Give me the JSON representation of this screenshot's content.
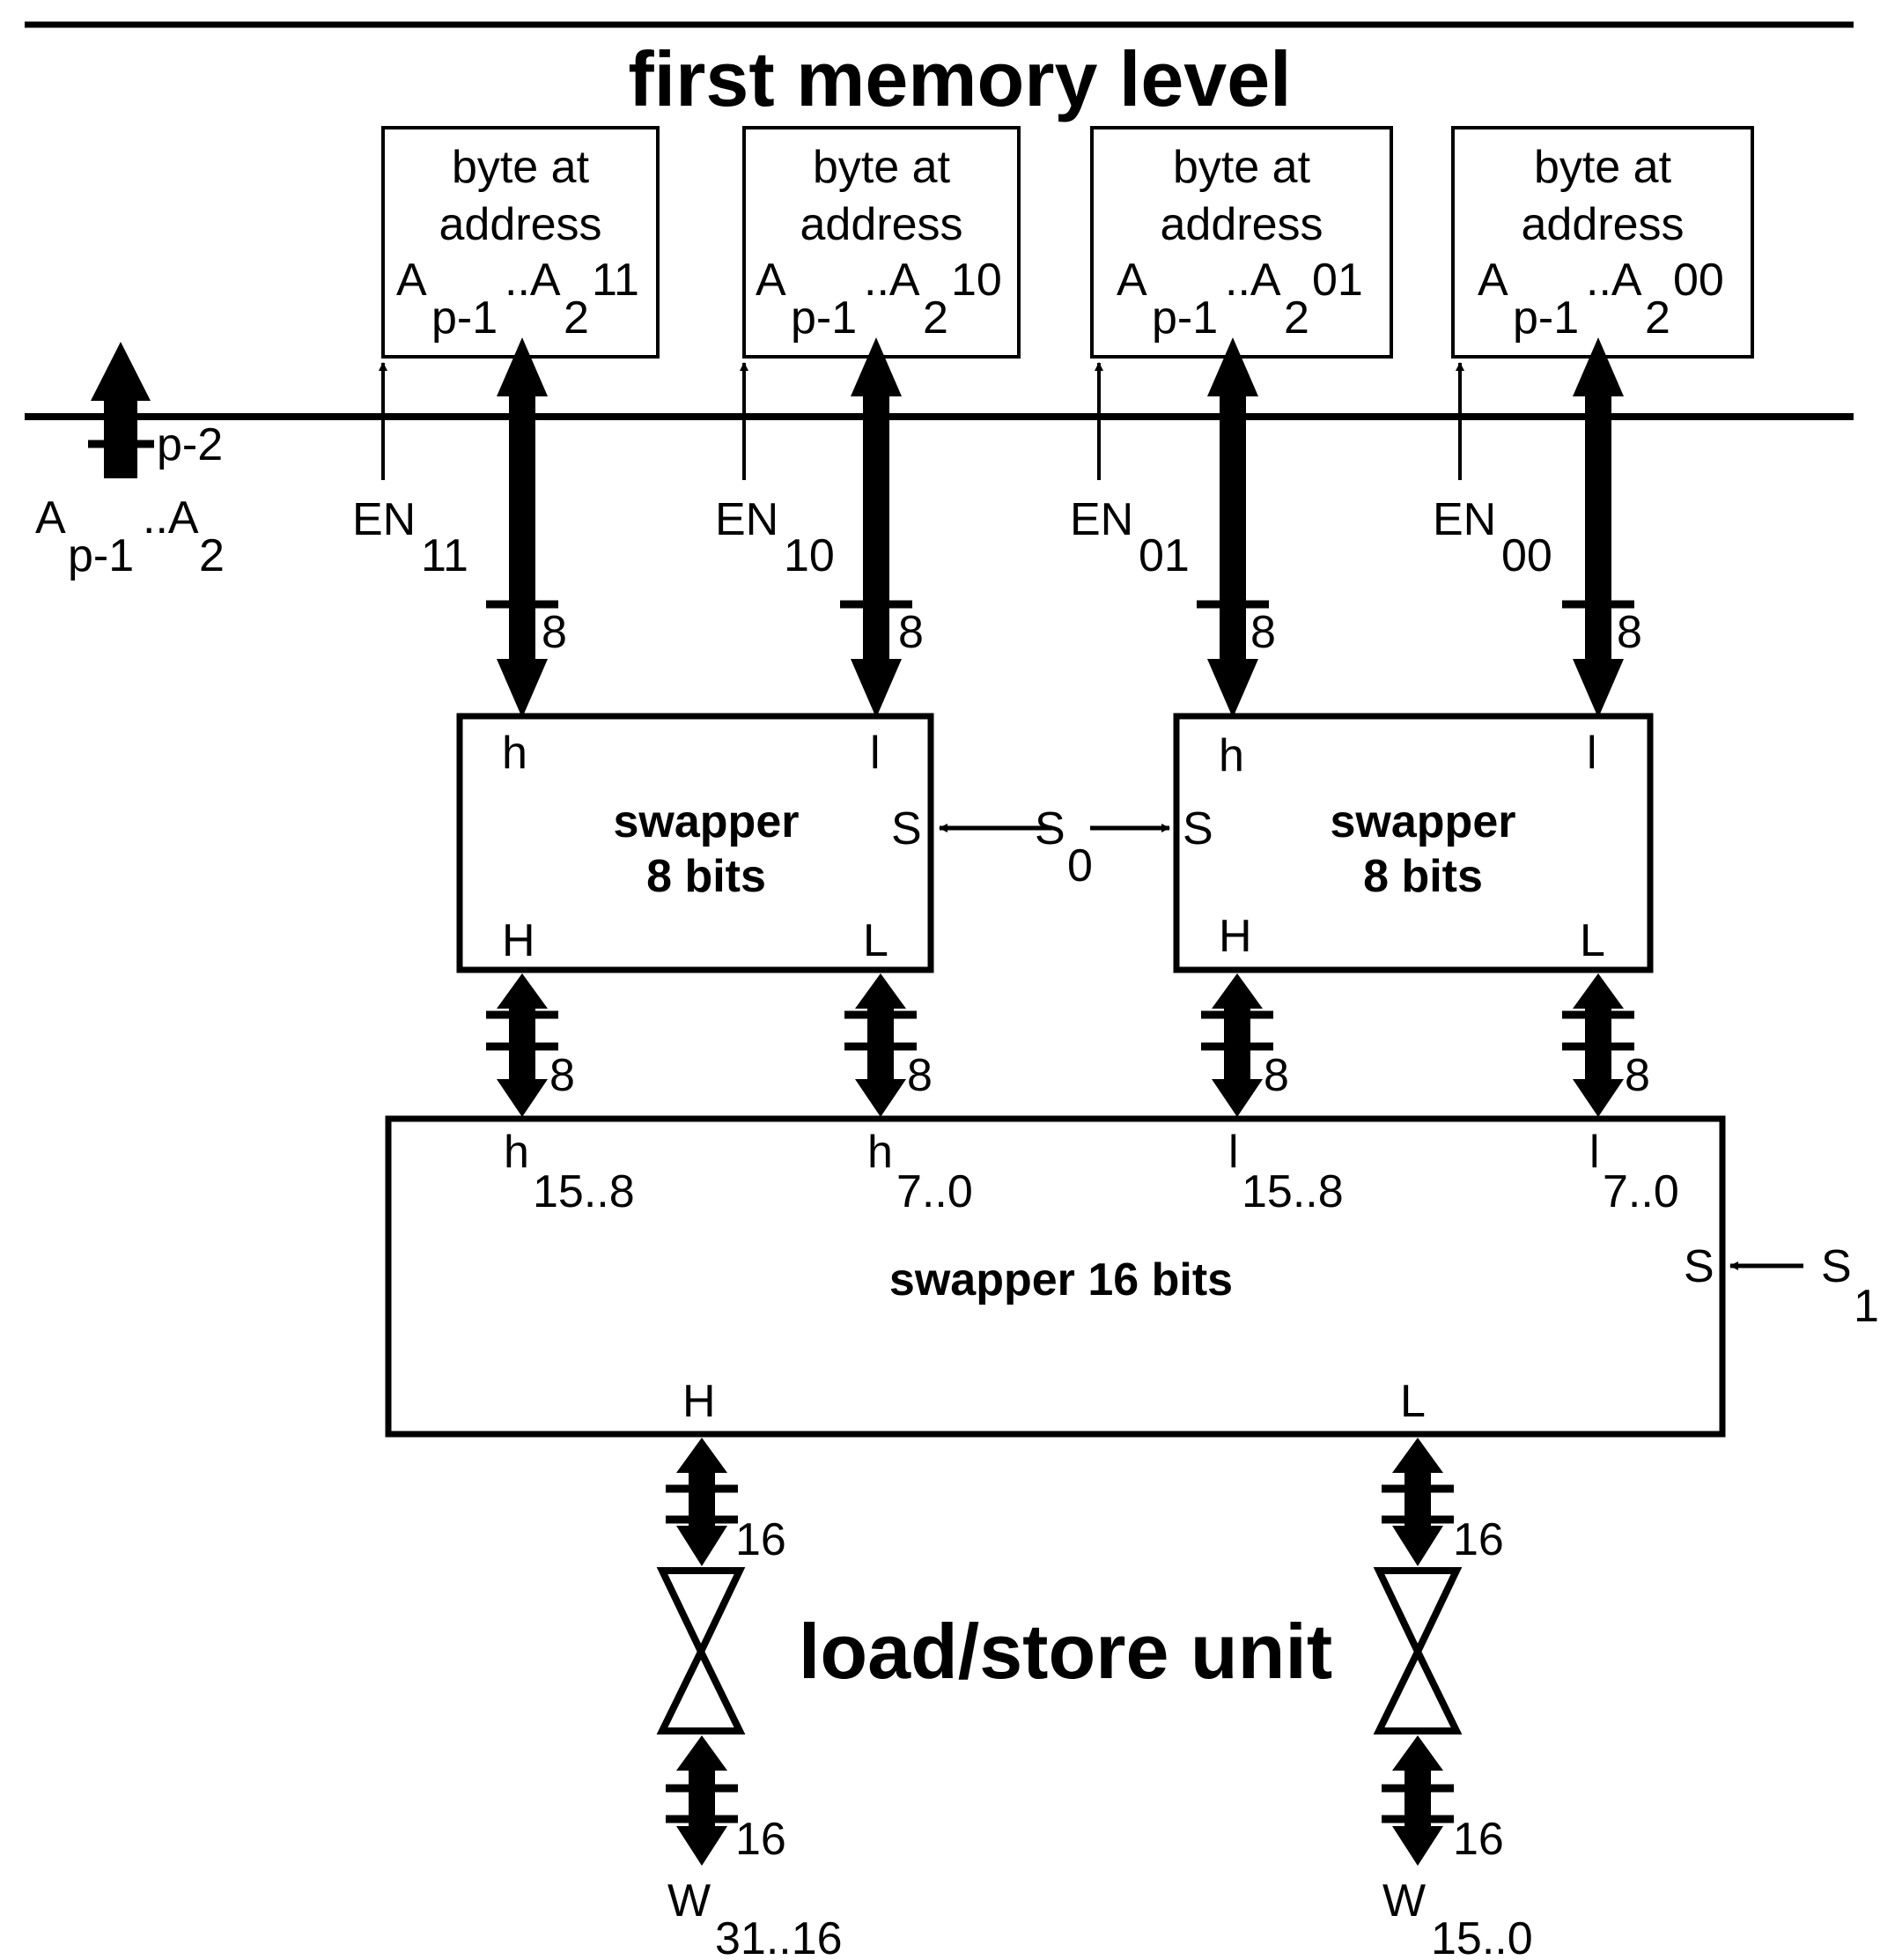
{
  "title": "first memory level",
  "bottom_label": "load/store unit",
  "address_bus": {
    "main": "A",
    "sub1": "p-1",
    "dots": "..A",
    "sub2": "2",
    "width": "p-2"
  },
  "memory_bytes": [
    {
      "line1": "byte at",
      "line2": "address",
      "a": "A",
      "sub1": "p-1",
      "dots": "..A",
      "sub2": "2",
      "suffix": "11",
      "en": "EN",
      "en_sub": "11",
      "bus_width": "8"
    },
    {
      "line1": "byte at",
      "line2": "address",
      "a": "A",
      "sub1": "p-1",
      "dots": "..A",
      "sub2": "2",
      "suffix": "10",
      "en": "EN",
      "en_sub": "10",
      "bus_width": "8"
    },
    {
      "line1": "byte at",
      "line2": "address",
      "a": "A",
      "sub1": "p-1",
      "dots": "..A",
      "sub2": "2",
      "suffix": "01",
      "en": "EN",
      "en_sub": "01",
      "bus_width": "8"
    },
    {
      "line1": "byte at",
      "line2": "address",
      "a": "A",
      "sub1": "p-1",
      "dots": "..A",
      "sub2": "2",
      "suffix": "00",
      "en": "EN",
      "en_sub": "00",
      "bus_width": "8"
    }
  ],
  "swappers8": [
    {
      "line1": "swapper",
      "line2": "8 bits",
      "h": "h",
      "l": "l",
      "H": "H",
      "L": "L",
      "s": "S"
    },
    {
      "line1": "swapper",
      "line2": "8 bits",
      "h": "h",
      "l": "l",
      "H": "H",
      "L": "L",
      "s": "S"
    }
  ],
  "s0": {
    "main": "S",
    "sub": "0"
  },
  "lower_bus_widths": [
    "8",
    "8",
    "8",
    "8"
  ],
  "swapper16": {
    "label": "swapper 16 bits",
    "ports": [
      {
        "main": "h",
        "sub": "15..8"
      },
      {
        "main": "h",
        "sub": "7..0"
      },
      {
        "main": "l",
        "sub": "15..8"
      },
      {
        "main": "l",
        "sub": "7..0"
      }
    ],
    "H": "H",
    "L": "L",
    "s": "S"
  },
  "s1": {
    "main": "S",
    "sub": "1"
  },
  "out_widths": [
    "16",
    "16",
    "16",
    "16"
  ],
  "outputs": [
    {
      "main": "W",
      "sub": "31..16"
    },
    {
      "main": "W",
      "sub": "15..0"
    }
  ]
}
